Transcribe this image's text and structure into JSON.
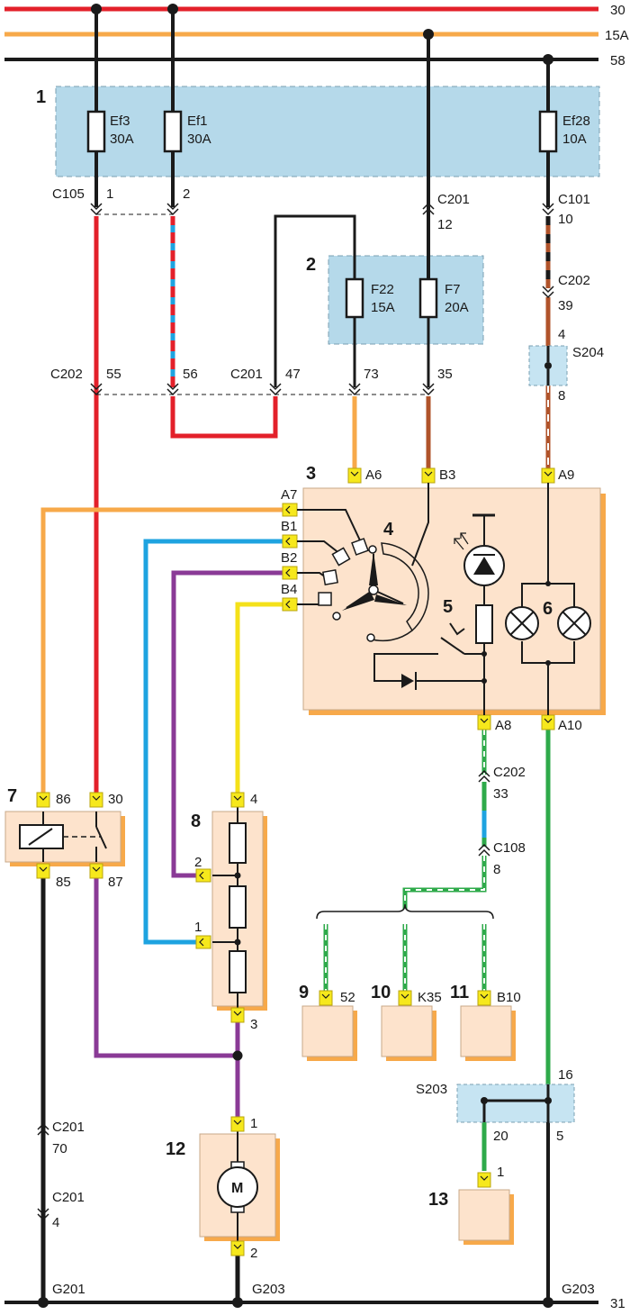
{
  "rails": {
    "r30": "30",
    "r15a": "15A",
    "r58": "58",
    "r31": "31"
  },
  "blocks": {
    "b1": "1",
    "b2": "2",
    "b3": "3",
    "b4": "4",
    "b5": "5",
    "b6": "6",
    "b7": "7",
    "b8": "8",
    "b9": "9",
    "b10": "10",
    "b11": "11",
    "b12": "12",
    "b13": "13"
  },
  "fuses": {
    "ef3_name": "Ef3",
    "ef3_rating": "30A",
    "ef1_name": "Ef1",
    "ef1_rating": "30A",
    "ef28_name": "Ef28",
    "ef28_rating": "10A",
    "f22_name": "F22",
    "f22_rating": "15A",
    "f7_name": "F7",
    "f7_rating": "20A"
  },
  "connectors": {
    "c105": "C105",
    "c105_p1": "1",
    "c105_p2": "2",
    "c201_top": "C201",
    "c201_top_p": "12",
    "c101": "C101",
    "c101_p": "10",
    "c202_a": "C202",
    "c202_a_p": "39",
    "s204": "S204",
    "s204_p4": "4",
    "s204_p8": "8",
    "c202_b": "C202",
    "c202_b_p55": "55",
    "c202_b_p56": "56",
    "c201_b": "C201",
    "c201_b_p47": "47",
    "p73": "73",
    "p35": "35",
    "a6": "A6",
    "b3": "B3",
    "a9": "A9",
    "a7": "A7",
    "b1": "B1",
    "b2": "B2",
    "b4": "B4",
    "a8": "A8",
    "a10": "A10",
    "c202_c": "C202",
    "c202_c_p": "33",
    "c108": "C108",
    "c108_p": "8",
    "relay_86": "86",
    "relay_30": "30",
    "relay_85": "85",
    "relay_87": "87",
    "res_4": "4",
    "res_2": "2",
    "res_1": "1",
    "res_3": "3",
    "p52": "52",
    "k35": "K35",
    "b10": "B10",
    "s203": "S203",
    "s203_16": "16",
    "s203_20": "20",
    "s203_5": "5",
    "motor_1": "1",
    "motor_2": "2",
    "motor_label": "M",
    "b13_p1": "1",
    "c201_70": "C201",
    "c201_70_p": "70",
    "c201_4": "C201",
    "c201_4_p": "4",
    "g201": "G201",
    "g203_a": "G203",
    "g203_b": "G203"
  },
  "colors": {
    "red": "#e3202a",
    "orange": "#f7a94a",
    "black": "#1a1a1a",
    "blue": "#1ea3e0",
    "purple": "#8a3a96",
    "yellow": "#f4e11a",
    "green": "#2eaa4a",
    "brown": "#b0532a",
    "fuse_box": "#b5d9ea",
    "module": "#fde3cc",
    "module_shadow": "#f7a94a",
    "terminal": "#f6e81c"
  }
}
